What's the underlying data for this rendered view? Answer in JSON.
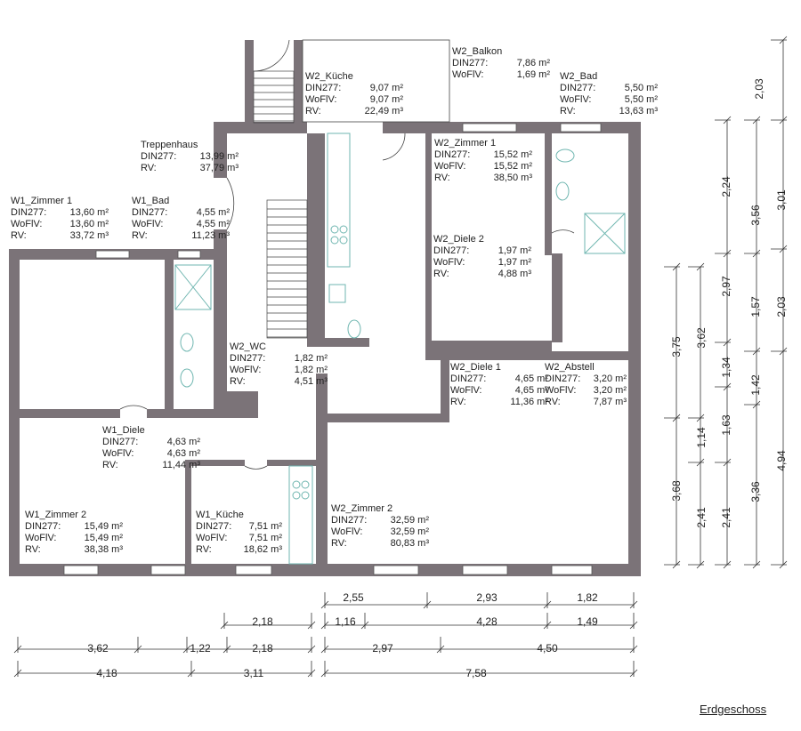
{
  "title": "Erdgeschoss",
  "labels": {
    "din": "DIN277:",
    "wofiv": "WoFlV:",
    "rv": "RV:"
  },
  "rooms": {
    "w2_kueche": {
      "name": "W2_Küche",
      "din": "9,07 m²",
      "wofiv": "9,07 m²",
      "rv": "22,49 m³"
    },
    "w2_balkon": {
      "name": "W2_Balkon",
      "din": "7,86 m²",
      "wofiv": "1,69 m²"
    },
    "w2_bad": {
      "name": "W2_Bad",
      "din": "5,50 m²",
      "wofiv": "5,50 m²",
      "rv": "13,63 m³"
    },
    "treppenhaus": {
      "name": "Treppenhaus",
      "din": "13,99 m²",
      "rv": "37,79 m³"
    },
    "w2_zimmer1": {
      "name": "W2_Zimmer 1",
      "din": "15,52 m²",
      "wofiv": "15,52 m²",
      "rv": "38,50 m³"
    },
    "w1_zimmer1": {
      "name": "W1_Zimmer 1",
      "din": "13,60 m²",
      "wofiv": "13,60 m²",
      "rv": "33,72 m³"
    },
    "w1_bad": {
      "name": "W1_Bad",
      "din": "4,55 m²",
      "wofiv": "4,55 m²",
      "rv": "11,23 m³"
    },
    "w2_diele2": {
      "name": "W2_Diele 2",
      "din": "1,97 m²",
      "wofiv": "1,97 m²",
      "rv": "4,88 m³"
    },
    "w2_wc": {
      "name": "W2_WC",
      "din": "1,82 m²",
      "wofiv": "1,82 m²",
      "rv": "4,51 m³"
    },
    "w2_diele1": {
      "name": "W2_Diele 1",
      "din": "4,65 m²",
      "wofiv": "4,65 m²",
      "rv": "11,36 m³"
    },
    "w2_abstell": {
      "name": "W2_Abstell",
      "din": "3,20 m²",
      "wofiv": "3,20 m²",
      "rv": "7,87 m³"
    },
    "w1_diele": {
      "name": "W1_Diele",
      "din": "4,63 m²",
      "wofiv": "4,63 m²",
      "rv": "11,44 m³"
    },
    "w1_zimmer2": {
      "name": "W1_Zimmer 2",
      "din": "15,49 m²",
      "wofiv": "15,49 m²",
      "rv": "38,38 m³"
    },
    "w1_kueche": {
      "name": "W1_Küche",
      "din": "7,51 m²",
      "wofiv": "7,51 m²",
      "rv": "18,62 m³"
    },
    "w2_zimmer2": {
      "name": "W2_Zimmer 2",
      "din": "32,59 m²",
      "wofiv": "32,59 m²",
      "rv": "80,83 m³"
    }
  },
  "dimensions": {
    "bottom": {
      "row1": [
        "2,55",
        "2,93",
        "1,82"
      ],
      "row2": [
        "2,18",
        "1,16",
        "4,28",
        "1,49"
      ],
      "row3": [
        "3,62",
        "1,22",
        "2,18",
        "2,97",
        "4,50"
      ],
      "row4": [
        "4,18",
        "3,11",
        "7,58"
      ]
    },
    "right": {
      "col1": [
        "3,75",
        "3,68"
      ],
      "col2": [
        "3,62",
        "1,14",
        "2,41"
      ],
      "col3": [
        "2,24",
        "2,97",
        "1,34",
        "1,63",
        "2,41"
      ],
      "col4": [
        "3,56",
        "1,57",
        "1,42",
        "3,36"
      ],
      "col5": [
        "2,03",
        "3,01",
        "2,03",
        "4,94"
      ]
    }
  },
  "colors": {
    "wall": "#7b7378",
    "fixture": "#6fb6b0",
    "line": "#333333"
  }
}
